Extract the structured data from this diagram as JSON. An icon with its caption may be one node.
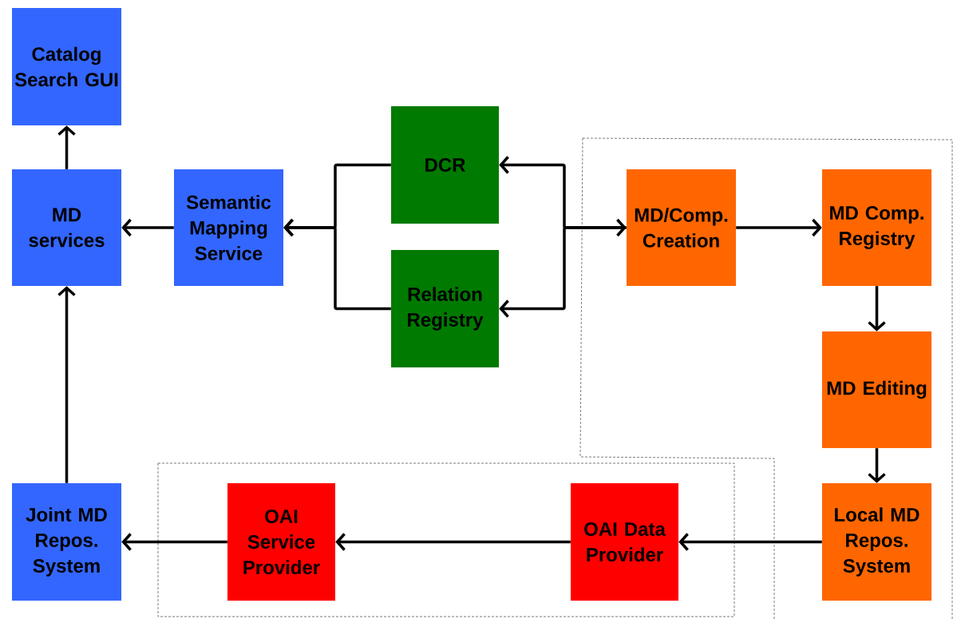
{
  "diagram": {
    "nodes": [
      {
        "text": [
          "Catalog Search GUI"
        ]
      },
      {
        "text": [
          "MD services"
        ]
      },
      {
        "text": [
          "Semantic Mapping Service"
        ]
      },
      {
        "text": [
          "DCR"
        ]
      },
      {
        "text": [
          "Relation Registry"
        ]
      },
      {
        "text": [
          "MD/Comp. Creation"
        ]
      },
      {
        "text": [
          "MD Comp. Registry"
        ]
      },
      {
        "text": [
          "MD Editing"
        ]
      },
      {
        "text": [
          "Local MD Repos. System"
        ]
      },
      {
        "text": [
          "OAI Data Provider"
        ]
      },
      {
        "text": [
          "OAI Service Provider"
        ]
      },
      {
        "text": [
          "Joint MD Repos. System"
        ]
      }
    ],
    "edges": [
      {
        "from": 1,
        "to": 0,
        "arrow": "to"
      },
      {
        "from": 2,
        "to": 1,
        "arrow": "to"
      },
      {
        "from": 3,
        "to": 2,
        "arrow": "to"
      },
      {
        "from": 4,
        "to": 2,
        "arrow": "to"
      },
      {
        "from": 5,
        "to": 3,
        "arrow": "both"
      },
      {
        "from": 5,
        "to": 4,
        "arrow": "to"
      },
      {
        "from": 5,
        "to": 6,
        "arrow": "to"
      },
      {
        "from": 6,
        "to": 7,
        "arrow": "to"
      },
      {
        "from": 7,
        "to": 8,
        "arrow": "to"
      },
      {
        "from": 8,
        "to": 9,
        "arrow": "to"
      },
      {
        "from": 9,
        "to": 10,
        "arrow": "to"
      },
      {
        "from": 10,
        "to": 11,
        "arrow": "to"
      },
      {
        "from": 11,
        "to": 1,
        "arrow": "to"
      }
    ]
  }
}
